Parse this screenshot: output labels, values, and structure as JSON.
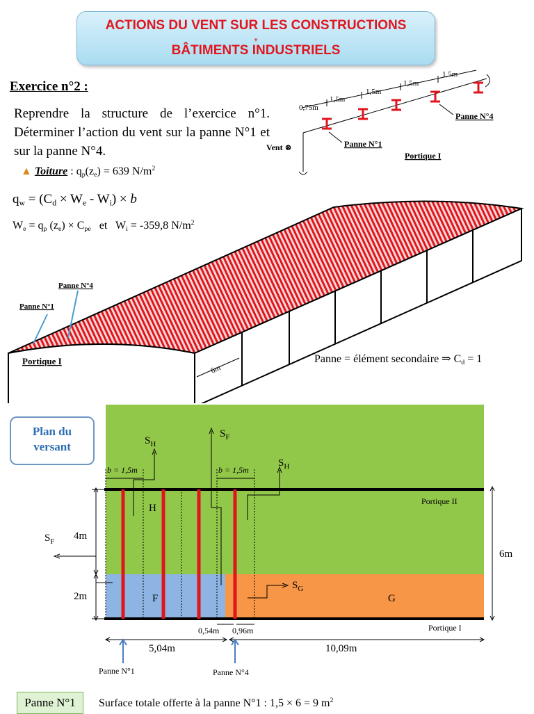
{
  "header": {
    "title_line1": "ACTIONS DU VENT SUR LES CONSTRUCTIONS",
    "title_plus": "+",
    "title_line2": "BÂTIMENTS INDUSTRIELS"
  },
  "exercise": {
    "heading": "Exercice n°2 :",
    "statement": "Reprendre la structure de l’exercice n°1. Déterminer l’action du vent sur la panne N°1 et sur la panne N°4.",
    "toiture_label": "Toiture",
    "toiture_value": " = 639 N/m",
    "we_tail": "   et   W",
    "wi_value": " = -359,8 N/m"
  },
  "section_sketch": {
    "dims": [
      "0,75m",
      "1,5m",
      "1,5m",
      "1,5m",
      "1,5m"
    ],
    "vent_label": "Vent ⊗",
    "panne1_label": "Panne N°1",
    "panne4_label": "Panne N°4",
    "portique_label": "Portique I"
  },
  "building_3d": {
    "panne4_label": "Panne N°4",
    "panne1_label": "Panne N°1",
    "portique_label": "Portique I",
    "spacing_label": "6m",
    "panne_note": "Panne = élément secondaire ⇒ C",
    "panne_note_tail": " = 1"
  },
  "plan": {
    "box_line1": "Plan du",
    "box_line2": "versant",
    "zones": {
      "F": "F",
      "H": "H",
      "G": "G"
    },
    "colors": {
      "green": "#92c84a",
      "blue": "#8db4e2",
      "orange": "#f79646",
      "red": "#e0161e"
    },
    "b_label": "b = 1,5m",
    "portique2": "Portique II",
    "portique1": "Portique I",
    "dim_4m": "4m",
    "dim_2m": "2m",
    "dim_6m": "6m",
    "dim_054": "0,54m",
    "dim_096": "0,96m",
    "dim_504": "5,04m",
    "dim_1009": "10,09m",
    "panne1": "Panne N°1",
    "panne4": "Panne N°4"
  },
  "footer": {
    "panne1_tag": "Panne N°1",
    "surface_text": "Surface totale offerte à la panne N°1 : 1,5 × 6 = 9 m"
  }
}
